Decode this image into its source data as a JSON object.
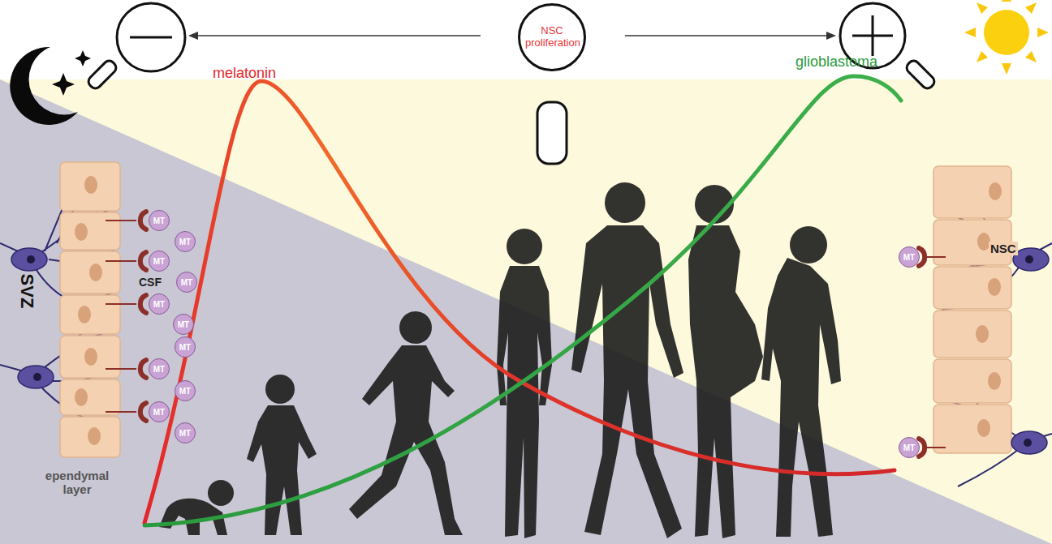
{
  "diagram": {
    "nodes": [
      {
        "text": [
          "NSC proliferation"
        ]
      },
      {
        "text": [
          "MT"
        ]
      },
      {
        "text": [
          "MT"
        ]
      },
      {
        "text": [
          "MT"
        ]
      },
      {
        "text": [
          "MT"
        ]
      },
      {
        "text": [
          "MT"
        ]
      },
      {
        "text": [
          "MT"
        ]
      },
      {
        "text": [
          "MT"
        ]
      },
      {
        "text": [
          "MT"
        ]
      },
      {
        "text": [
          "MT"
        ]
      },
      {
        "text": [
          "MT"
        ]
      },
      {
        "text": [
          "MT"
        ]
      },
      {
        "text": [
          "MT"
        ]
      },
      {
        "text": [
          "MT"
        ]
      }
    ],
    "labels": [
      "melatonin",
      "glioblastoma",
      "SVZ",
      "CSF",
      "ependymal layer",
      "NSC"
    ]
  }
}
